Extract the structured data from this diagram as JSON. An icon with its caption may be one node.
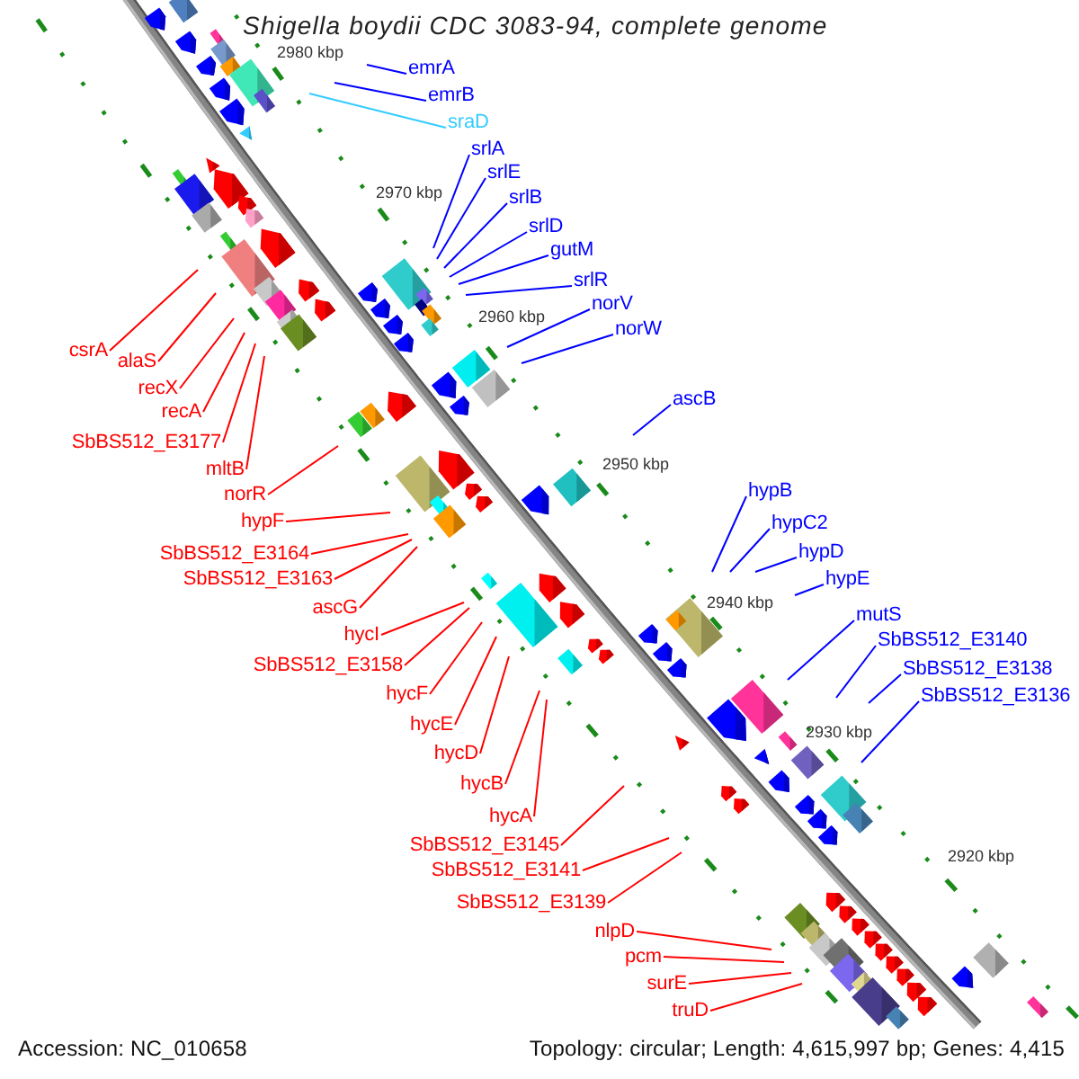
{
  "diagram": {
    "title": "Shigella boydii CDC 3083-94, complete genome",
    "nodes": [
      {
        "text": [
          "emrA"
        ]
      },
      {
        "text": [
          "emrB"
        ]
      },
      {
        "text": [
          "sraD"
        ]
      },
      {
        "text": [
          "srlA"
        ]
      },
      {
        "text": [
          "srlE"
        ]
      },
      {
        "text": [
          "srlB"
        ]
      },
      {
        "text": [
          "srlD"
        ]
      },
      {
        "text": [
          "gutM"
        ]
      },
      {
        "text": [
          "srlR"
        ]
      },
      {
        "text": [
          "norV"
        ]
      },
      {
        "text": [
          "norW"
        ]
      },
      {
        "text": [
          "ascB"
        ]
      },
      {
        "text": [
          "hypB"
        ]
      },
      {
        "text": [
          "hypC2"
        ]
      },
      {
        "text": [
          "hypD"
        ]
      },
      {
        "text": [
          "hypE"
        ]
      },
      {
        "text": [
          "mutS"
        ]
      },
      {
        "text": [
          "SbBS512_E3140"
        ]
      },
      {
        "text": [
          "SbBS512_E3138"
        ]
      },
      {
        "text": [
          "SbBS512_E3136"
        ]
      },
      {
        "text": [
          "csrA"
        ]
      },
      {
        "text": [
          "alaS"
        ]
      },
      {
        "text": [
          "recX"
        ]
      },
      {
        "text": [
          "recA"
        ]
      },
      {
        "text": [
          "SbBS512_E3177"
        ]
      },
      {
        "text": [
          "mltB"
        ]
      },
      {
        "text": [
          "norR"
        ]
      },
      {
        "text": [
          "hypF"
        ]
      },
      {
        "text": [
          "SbBS512_E3164"
        ]
      },
      {
        "text": [
          "SbBS512_E3163"
        ]
      },
      {
        "text": [
          "ascG"
        ]
      },
      {
        "text": [
          "hycI"
        ]
      },
      {
        "text": [
          "SbBS512_E3158"
        ]
      },
      {
        "text": [
          "hycF"
        ]
      },
      {
        "text": [
          "hycE"
        ]
      },
      {
        "text": [
          "hycD"
        ]
      },
      {
        "text": [
          "hycB"
        ]
      },
      {
        "text": [
          "hycA"
        ]
      },
      {
        "text": [
          "SbBS512_E3145"
        ]
      },
      {
        "text": [
          "SbBS512_E3141"
        ]
      },
      {
        "text": [
          "SbBS512_E3139"
        ]
      },
      {
        "text": [
          "nlpD"
        ]
      },
      {
        "text": [
          "pcm"
        ]
      },
      {
        "text": [
          "surE"
        ]
      },
      {
        "text": [
          "truD"
        ]
      }
    ],
    "edges": [
      {
        "from": 0,
        "to": null,
        "arrow": "none",
        "color": "#0000ff"
      },
      {
        "from": 1,
        "to": null,
        "arrow": "none",
        "color": "#0000ff"
      },
      {
        "from": 2,
        "to": null,
        "arrow": "none",
        "color": "#33ccff"
      },
      {
        "from": 3,
        "to": null,
        "arrow": "none",
        "color": "#0000ff"
      },
      {
        "from": 4,
        "to": null,
        "arrow": "none",
        "color": "#0000ff"
      },
      {
        "from": 5,
        "to": null,
        "arrow": "none",
        "color": "#0000ff"
      },
      {
        "from": 6,
        "to": null,
        "arrow": "none",
        "color": "#0000ff"
      },
      {
        "from": 7,
        "to": null,
        "arrow": "none",
        "color": "#0000ff"
      },
      {
        "from": 8,
        "to": null,
        "arrow": "none",
        "color": "#0000ff"
      },
      {
        "from": 9,
        "to": null,
        "arrow": "none",
        "color": "#0000ff"
      },
      {
        "from": 10,
        "to": null,
        "arrow": "none",
        "color": "#0000ff"
      },
      {
        "from": 11,
        "to": null,
        "arrow": "none",
        "color": "#0000ff"
      },
      {
        "from": 12,
        "to": null,
        "arrow": "none",
        "color": "#0000ff"
      },
      {
        "from": 13,
        "to": null,
        "arrow": "none",
        "color": "#0000ff"
      },
      {
        "from": 14,
        "to": null,
        "arrow": "none",
        "color": "#0000ff"
      },
      {
        "from": 15,
        "to": null,
        "arrow": "none",
        "color": "#0000ff"
      },
      {
        "from": 16,
        "to": null,
        "arrow": "none",
        "color": "#0000ff"
      },
      {
        "from": 17,
        "to": null,
        "arrow": "none",
        "color": "#0000ff"
      },
      {
        "from": 18,
        "to": null,
        "arrow": "none",
        "color": "#0000ff"
      },
      {
        "from": 19,
        "to": null,
        "arrow": "none",
        "color": "#0000ff"
      },
      {
        "from": 20,
        "to": null,
        "arrow": "none"
      },
      {
        "from": 21,
        "to": null,
        "arrow": "none"
      },
      {
        "from": 22,
        "to": null,
        "arrow": "none"
      },
      {
        "from": 23,
        "to": null,
        "arrow": "none"
      },
      {
        "from": 24,
        "to": null,
        "arrow": "none"
      },
      {
        "from": 25,
        "to": null,
        "arrow": "none"
      },
      {
        "from": 26,
        "to": null,
        "arrow": "none"
      },
      {
        "from": 27,
        "to": null,
        "arrow": "none"
      },
      {
        "from": 28,
        "to": null,
        "arrow": "none"
      },
      {
        "from": 29,
        "to": null,
        "arrow": "none"
      },
      {
        "from": 30,
        "to": null,
        "arrow": "none"
      },
      {
        "from": 31,
        "to": null,
        "arrow": "none"
      },
      {
        "from": 32,
        "to": null,
        "arrow": "none"
      },
      {
        "from": 33,
        "to": null,
        "arrow": "none"
      },
      {
        "from": 34,
        "to": null,
        "arrow": "none"
      },
      {
        "from": 35,
        "to": null,
        "arrow": "none"
      },
      {
        "from": 36,
        "to": null,
        "arrow": "none"
      },
      {
        "from": 37,
        "to": null,
        "arrow": "none"
      },
      {
        "from": 38,
        "to": null,
        "arrow": "none"
      },
      {
        "from": 39,
        "to": null,
        "arrow": "none"
      },
      {
        "from": 40,
        "to": null,
        "arrow": "none"
      },
      {
        "from": 41,
        "to": null,
        "arrow": "none"
      },
      {
        "from": 42,
        "to": null,
        "arrow": "none"
      },
      {
        "from": 43,
        "to": null,
        "arrow": "none"
      },
      {
        "from": 44,
        "to": null,
        "arrow": "none"
      }
    ],
    "labels": [
      "2980 kbp",
      "2970 kbp",
      "2960 kbp",
      "2950 kbp",
      "2940 kbp",
      "2930 kbp",
      "2920 kbp",
      "Accession: NC_010658",
      "Topology: circular; Length: 4,615,997 bp; Genes: 4,415"
    ]
  }
}
